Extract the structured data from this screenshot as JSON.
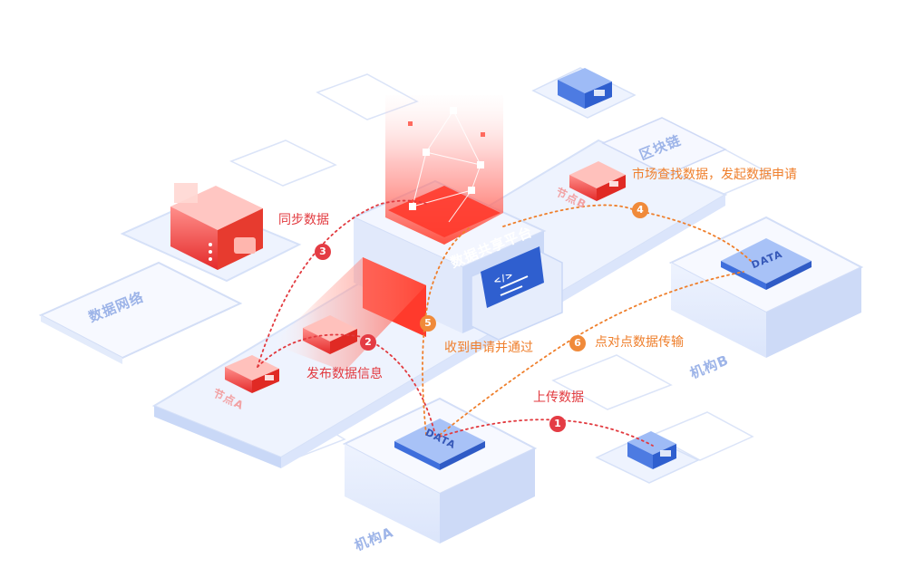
{
  "colors": {
    "accent_red": "#e23a3f",
    "accent_orange": "#ef7f2c",
    "platform_blue": "#dfe8fb",
    "platform_outline": "#c4d4f6",
    "data_chip_blue": "#5a86e6"
  },
  "zones": {
    "data_network": "数据网络",
    "blockchain": "区块链",
    "sharing_platform": "数据共享平台",
    "org_a": "机构A",
    "org_b": "机构B",
    "node_a": "节点A",
    "node_b": "节点B"
  },
  "chips": {
    "data_a": "DATA",
    "data_b": "DATA"
  },
  "terminal": {
    "code_glyph": "</>"
  },
  "steps": [
    {
      "num": "1",
      "label": "上传数据",
      "color": "red"
    },
    {
      "num": "2",
      "label": "发布数据信息",
      "color": "red"
    },
    {
      "num": "3",
      "label": "同步数据",
      "color": "red"
    },
    {
      "num": "4",
      "label": "市场查找数据，发起数据申请",
      "color": "orange"
    },
    {
      "num": "5",
      "label": "收到申请并通过",
      "color": "orange"
    },
    {
      "num": "6",
      "label": "点对点数据传输",
      "color": "orange"
    }
  ]
}
